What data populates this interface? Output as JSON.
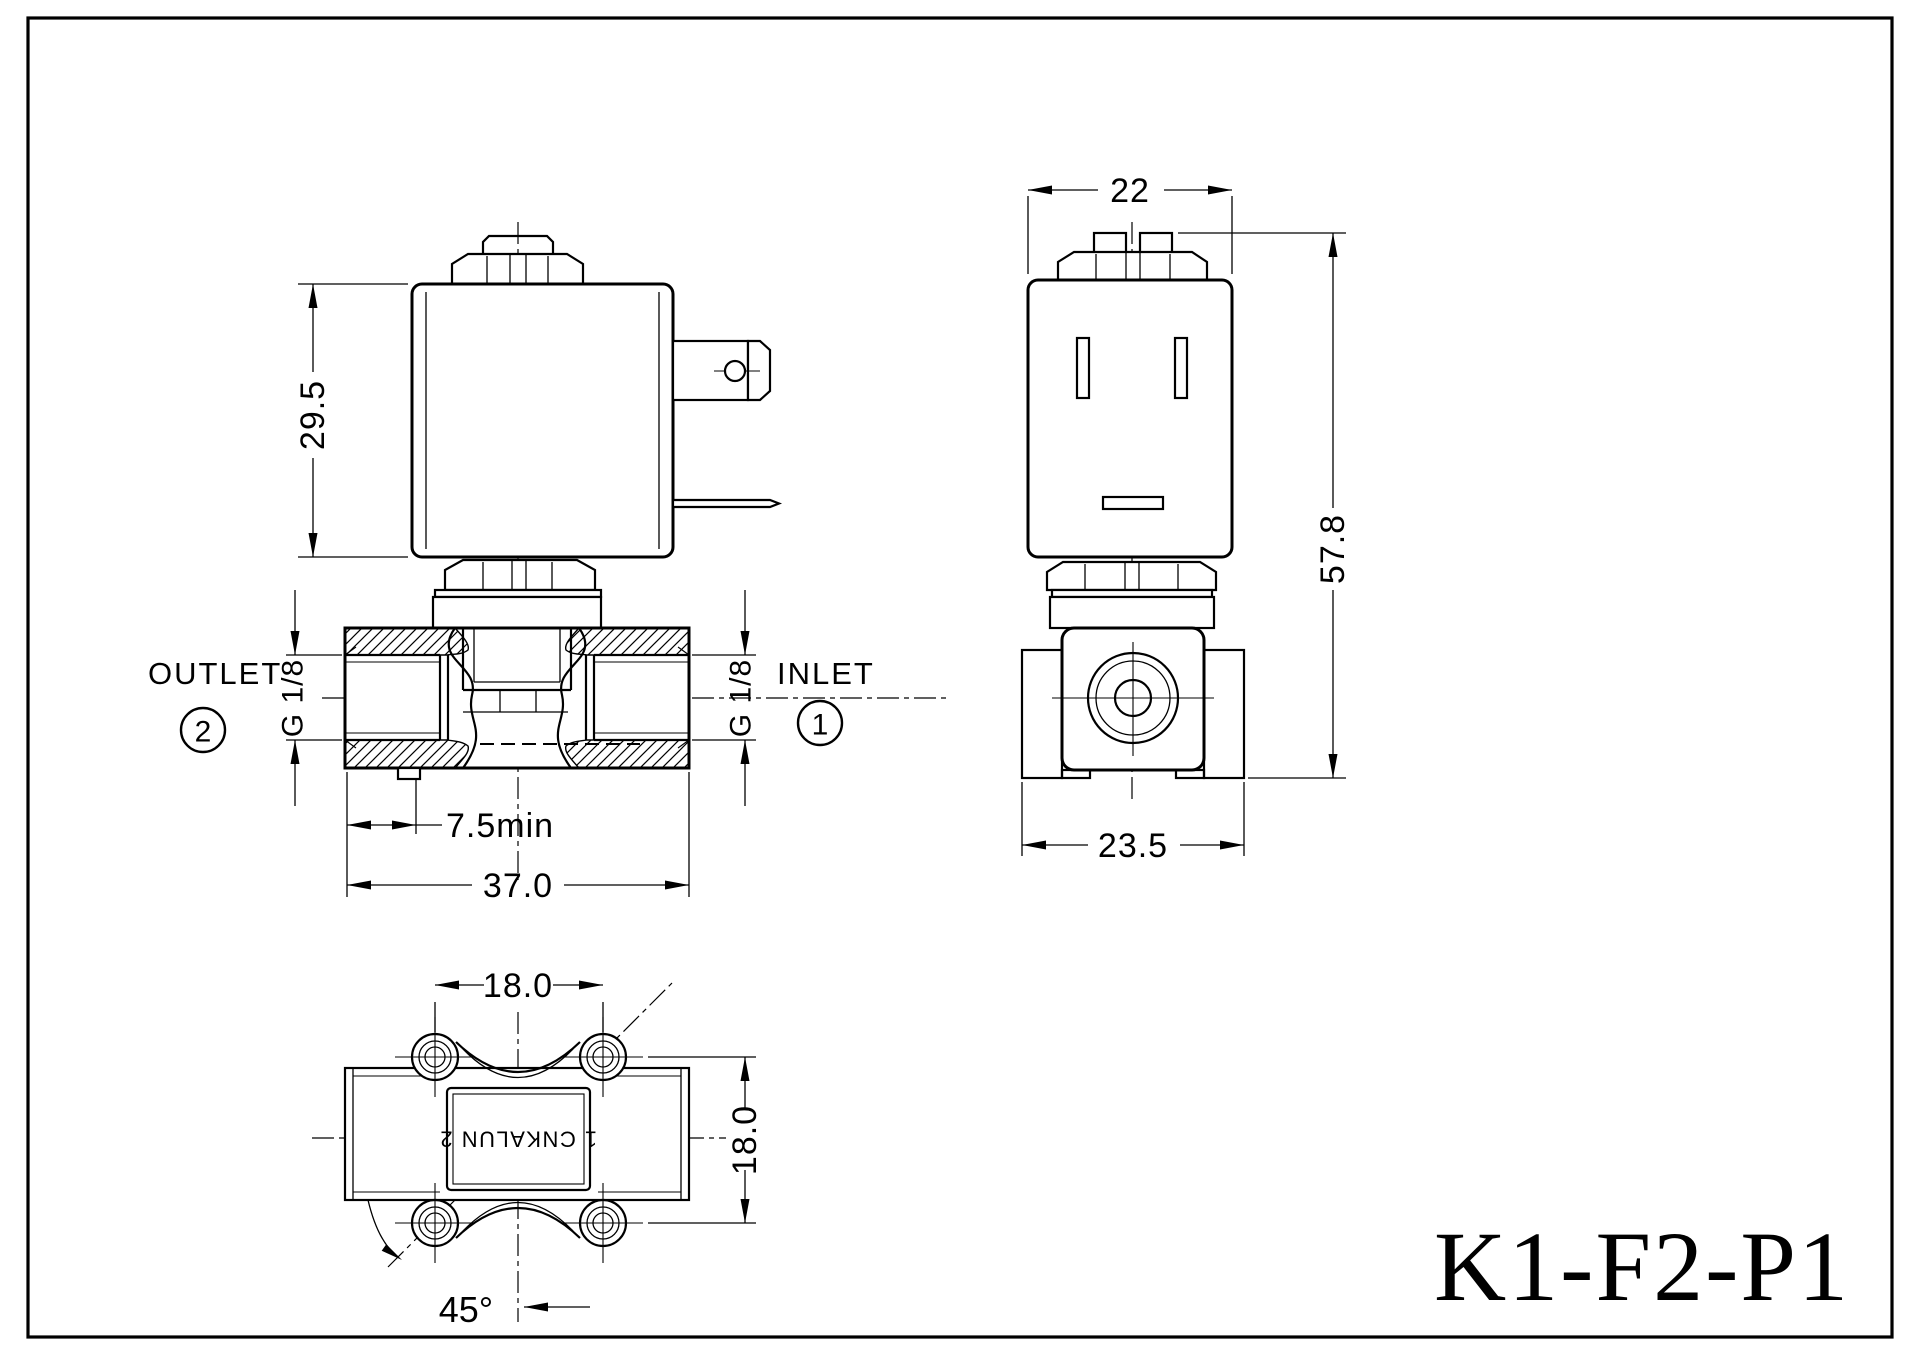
{
  "page": {
    "background_color": "#ffffff",
    "line_color": "#000000",
    "description": "solenoid-valve-technical-drawing"
  },
  "title": "K1-F2-P1",
  "front_view": {
    "dim_coil_height": "29.5",
    "outlet_label": "OUTLET",
    "outlet_number": "2",
    "outlet_thread": "G 1/8",
    "inlet_label": "INLET",
    "inlet_number": "1",
    "inlet_thread": "G 1/8",
    "dim_port_depth": "7.5min",
    "dim_body_width": "37.0"
  },
  "side_view": {
    "dim_coil_width": "22",
    "dim_total_height": "57.8",
    "dim_body_width": "23.5"
  },
  "bottom_view": {
    "dim_hole_spacing_horizontal": "18.0",
    "dim_hole_spacing_vertical": "18.0",
    "dim_angle": "45°",
    "body_marking": "1 CNKALUN 2"
  }
}
